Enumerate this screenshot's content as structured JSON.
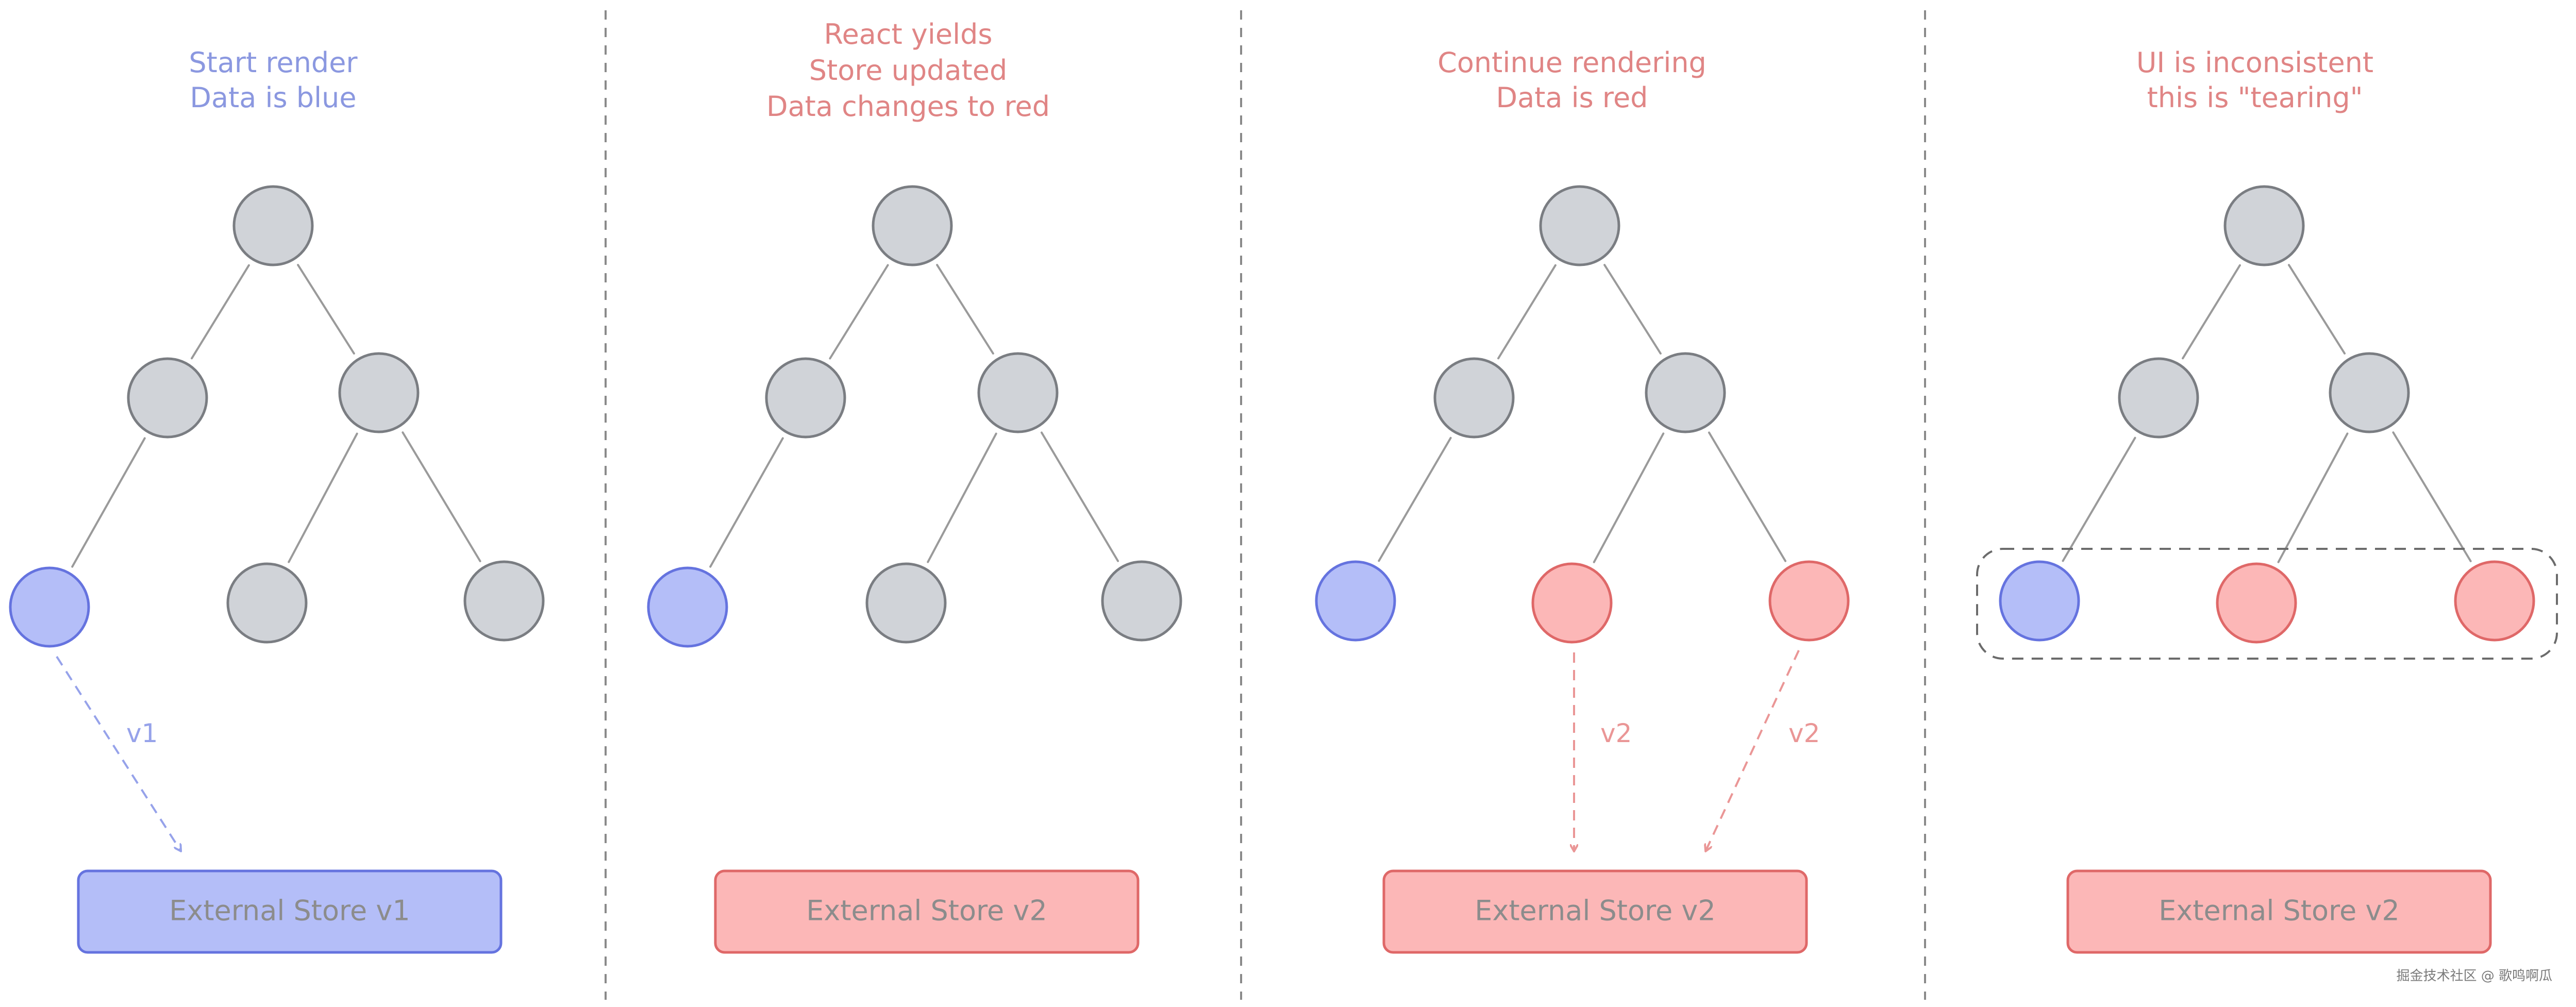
{
  "colors": {
    "blue_text": "#8b98e0",
    "red_text": "#e08585",
    "grey_node_fill": "#d0d3d8",
    "grey_node_stroke": "#7a7d82",
    "blue_fill": "#b4bef8",
    "blue_stroke": "#6573df",
    "red_fill": "#fcb7b7",
    "red_stroke": "#df6868",
    "edge": "#9a9a9a",
    "divider": "#8a8a8a",
    "blue_arrow": "#96a2ea",
    "red_arrow": "#ea9696"
  },
  "panels": [
    {
      "caption": [
        "Start render",
        "Data is blue"
      ],
      "caption_color": "blue",
      "leaves": [
        "blue",
        "grey",
        "grey"
      ],
      "store": {
        "label": "External Store v1",
        "color": "blue"
      },
      "arrows": [
        {
          "from_leaf": 0,
          "label": "v1",
          "color": "blue"
        }
      ],
      "group_box": false
    },
    {
      "caption": [
        "React yields",
        "Store updated",
        "Data changes to red"
      ],
      "caption_color": "red",
      "leaves": [
        "blue",
        "grey",
        "grey"
      ],
      "store": {
        "label": "External Store v2",
        "color": "red"
      },
      "arrows": [],
      "group_box": false
    },
    {
      "caption": [
        "Continue rendering",
        "Data is red"
      ],
      "caption_color": "red",
      "leaves": [
        "blue",
        "red",
        "red"
      ],
      "store": {
        "label": "External Store v2",
        "color": "red"
      },
      "arrows": [
        {
          "from_leaf": 1,
          "label": "v2",
          "color": "red"
        },
        {
          "from_leaf": 2,
          "label": "v2",
          "color": "red"
        }
      ],
      "group_box": false
    },
    {
      "caption": [
        "UI is inconsistent",
        "this is \"tearing\""
      ],
      "caption_color": "red",
      "leaves": [
        "blue",
        "red",
        "red"
      ],
      "store": {
        "label": "External Store v2",
        "color": "red"
      },
      "arrows": [],
      "group_box": true
    }
  ],
  "watermark": "掘金技术社区 @ 歌鸣啊瓜"
}
